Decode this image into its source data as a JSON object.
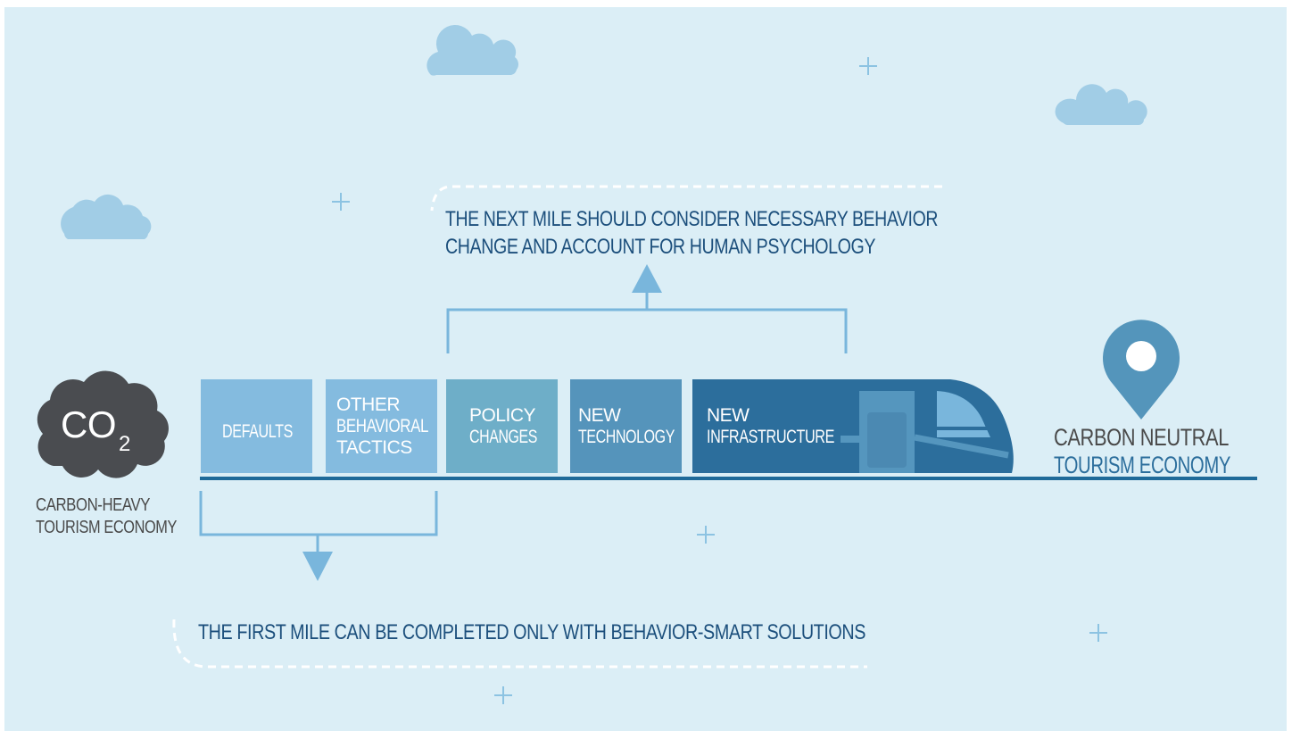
{
  "colors": {
    "background": "#dbeef6",
    "cloud": "#a1cde6",
    "sparkle": "#8cc3e2",
    "dark_text": "#1c4f7c",
    "gray_text": "#4a4a4a",
    "co2_cloud": "#4a4c50",
    "track": "#1f6a99",
    "connector": "#79b6dc",
    "car_defaults": "#84bbdf",
    "car_other": "#84bbdf",
    "car_policy": "#6eaec8",
    "car_technology": "#5594bb",
    "car_infrastructure": "#2c6e9c",
    "pin": "#5495bb"
  },
  "start": {
    "badge": "CO",
    "badge_sub": "2",
    "label_line1": "CARBON-HEAVY",
    "label_line2": "TOURISM ECONOMY"
  },
  "train": {
    "cars": [
      {
        "line1": "DEFAULTS",
        "line2": "",
        "line3": ""
      },
      {
        "line1": "OTHER",
        "line2": "BEHAVIORAL",
        "line3": "TACTICS"
      },
      {
        "line1": "POLICY",
        "line2": "CHANGES",
        "line3": ""
      },
      {
        "line1": "NEW",
        "line2": "TECHNOLOGY",
        "line3": ""
      },
      {
        "line1": "NEW",
        "line2": "INFRASTRUCTURE",
        "line3": ""
      }
    ]
  },
  "destination": {
    "line1": "CARBON NEUTRAL",
    "line2": "TOURISM ECONOMY"
  },
  "callouts": {
    "next_mile_line1": "THE NEXT MILE SHOULD CONSIDER NECESSARY BEHAVIOR",
    "next_mile_line2": "CHANGE AND ACCOUNT FOR HUMAN PSYCHOLOGY",
    "first_mile": "THE FIRST MILE CAN BE COMPLETED ONLY WITH BEHAVIOR-SMART SOLUTIONS"
  }
}
